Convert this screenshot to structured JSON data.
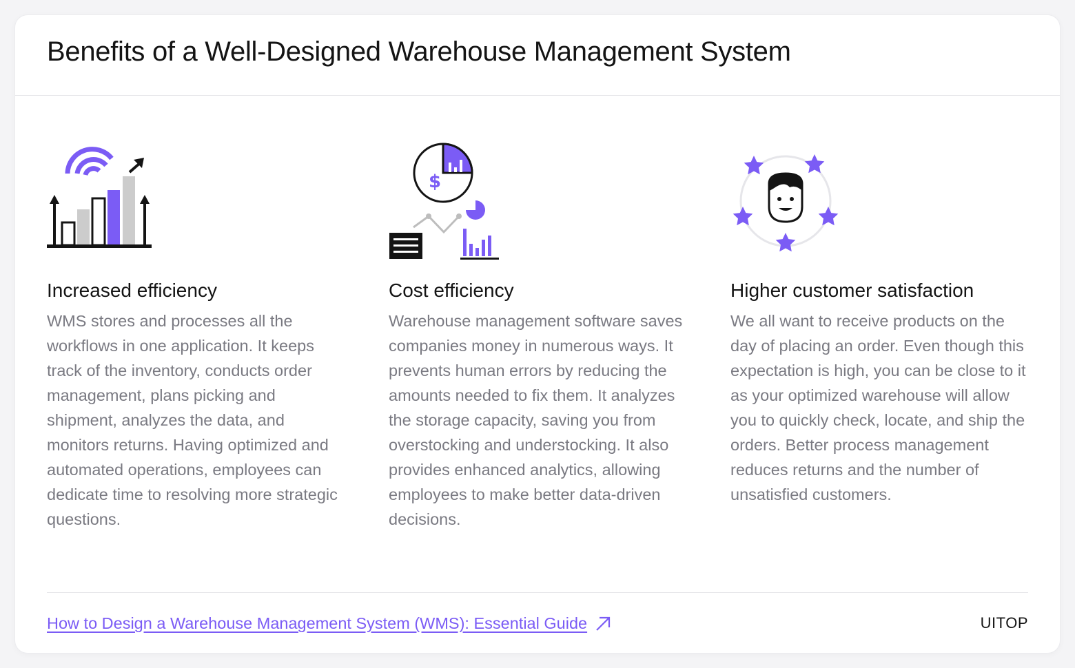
{
  "title": "Benefits of a Well-Designed Warehouse Management System",
  "colors": {
    "accent": "#7b5cf5",
    "text": "#141414",
    "muted": "#7a7a82",
    "gray": "#cccccc"
  },
  "benefits": [
    {
      "icon": "growth-chart-icon",
      "heading": "Increased efficiency",
      "text": "WMS stores and processes all the workflows in one application. It keeps track of the inventory, conducts order management, plans picking and shipment, analyzes the data, and monitors returns. Having optimized and automated operations, employees can dedicate time to resolving more strategic questions."
    },
    {
      "icon": "cost-analytics-icon",
      "heading": "Cost efficiency",
      "text": "Warehouse management software saves companies money in numerous ways. It prevents human errors by reducing the amounts needed to fix them. It analyzes the storage capacity, saving you from overstocking and understocking. It also provides enhanced analytics, allowing employees to make better data-driven decisions."
    },
    {
      "icon": "customer-stars-icon",
      "heading": "Higher customer satisfaction",
      "text": "We all want to receive products on the day of placing an order. Even though this expectation is high, you can be close to it as your optimized warehouse will allow you to quickly check, locate, and ship the orders. Better process management reduces returns and the number of unsatisfied customers."
    }
  ],
  "footer": {
    "link_text": "How to Design a Warehouse Management System (WMS): Essential Guide",
    "link_icon": "arrow-up-right-icon",
    "brand": "UITOP"
  }
}
